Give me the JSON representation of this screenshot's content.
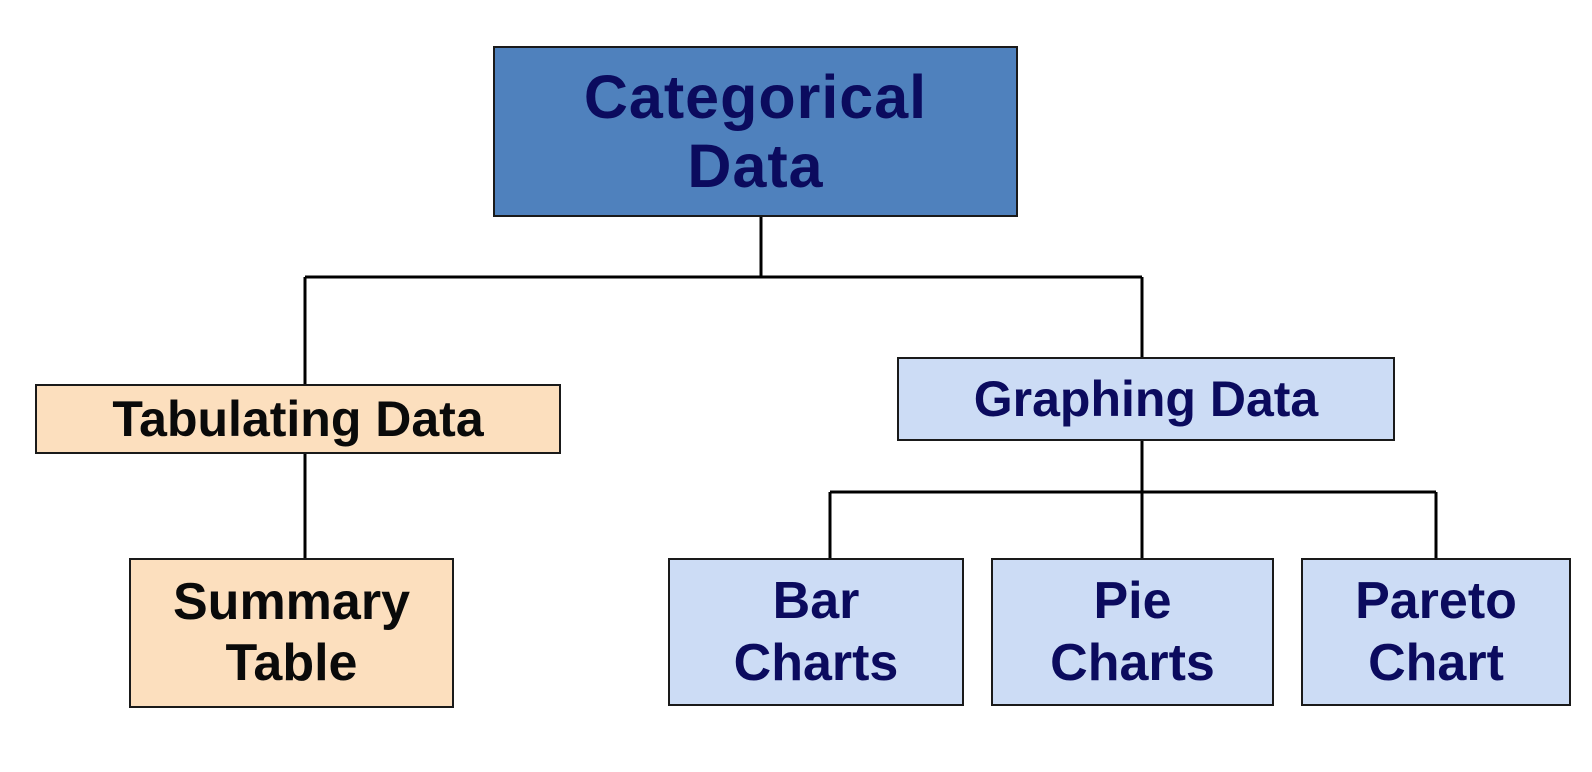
{
  "nodes": {
    "root": {
      "line1": "Categorical",
      "line2": "Data"
    },
    "tabulating": {
      "label": "Tabulating Data"
    },
    "graphing": {
      "label": "Graphing Data"
    },
    "summary": {
      "line1": "Summary",
      "line2": "Table"
    },
    "bar": {
      "line1": "Bar",
      "line2": "Charts"
    },
    "pie": {
      "line1": "Pie",
      "line2": "Charts"
    },
    "pareto": {
      "line1": "Pareto",
      "line2": "Chart"
    }
  },
  "colors": {
    "root_fill": "#4f81bd",
    "root_text": "#0b0b5e",
    "tabulating_fill": "#fcdfbe",
    "tabulating_text": "#0a0a0a",
    "graphing_fill": "#ccdcf5",
    "graphing_text": "#0b0b5e",
    "connector": "#000000"
  }
}
